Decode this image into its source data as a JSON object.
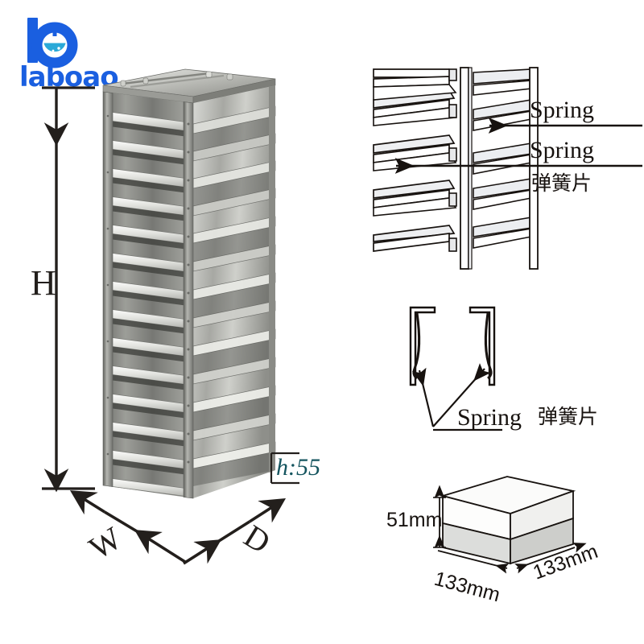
{
  "brand": {
    "name": "laboao",
    "logo_icon": "flask-in-letter-b-logo",
    "color": "#1a5fe0",
    "flask_color": "#2aa9d8"
  },
  "product": {
    "name": "stainless-steel-freezer-rack",
    "shelf_count": 13
  },
  "dimensions": {
    "height_label": "H",
    "width_label": "W",
    "depth_label": "D",
    "shelf_pitch_label": "h:55",
    "shelf_pitch_color": "#15555f"
  },
  "spring_detail": {
    "callout_top": "Spring",
    "callout_bottom": "Spring",
    "callout_cn": "弹簧片",
    "clip_label_en": "Spring",
    "clip_label_cn": "弹簧片"
  },
  "box": {
    "height": "51mm",
    "width": "133mm",
    "depth": "133mm"
  }
}
